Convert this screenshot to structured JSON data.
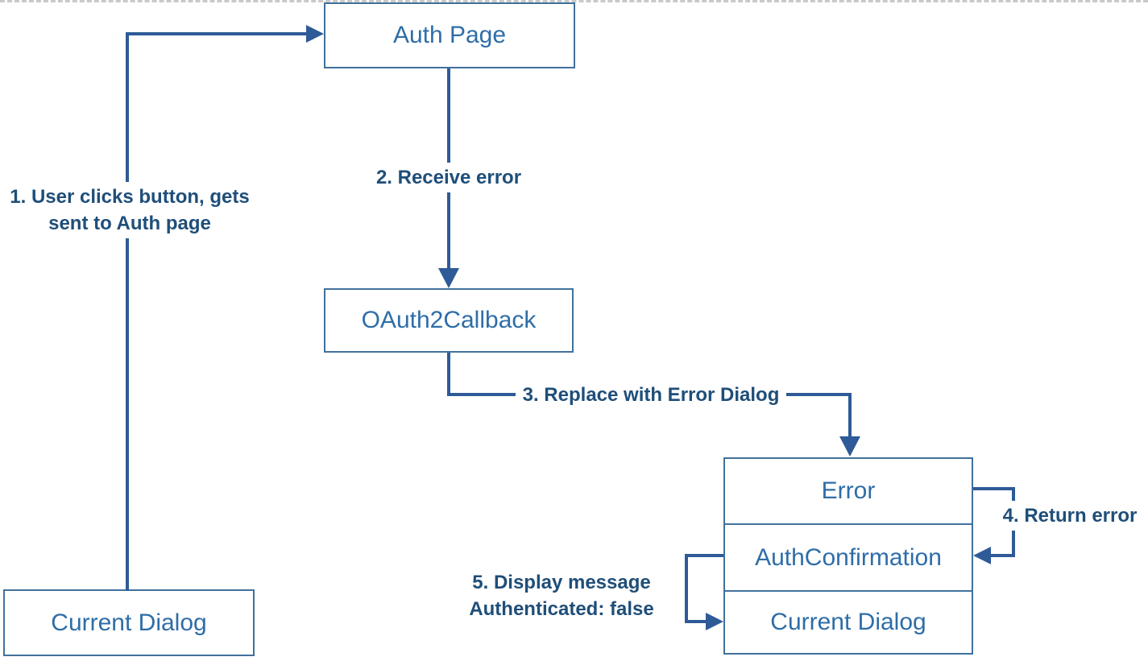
{
  "diagram": {
    "nodes": {
      "auth_page": "Auth Page",
      "oauth2_callback": "OAuth2Callback",
      "current_dialog_left": "Current Dialog",
      "stack": [
        "Error",
        "AuthConfirmation",
        "Current Dialog"
      ]
    },
    "annotations": {
      "step1_line1": "1. User clicks button, gets",
      "step1_line2": "sent to Auth page",
      "step2": "2. Receive error",
      "step3": "3. Replace with Error Dialog",
      "step4": "4. Return error",
      "step5_line1": "5. Display message",
      "step5_line2": "Authenticated: false"
    },
    "colors": {
      "connector": "#2E5B97",
      "box_border": "#41719C",
      "box_text": "#2E6DA8",
      "note_text": "#1F4E79",
      "background": "#FFFFFF"
    }
  }
}
